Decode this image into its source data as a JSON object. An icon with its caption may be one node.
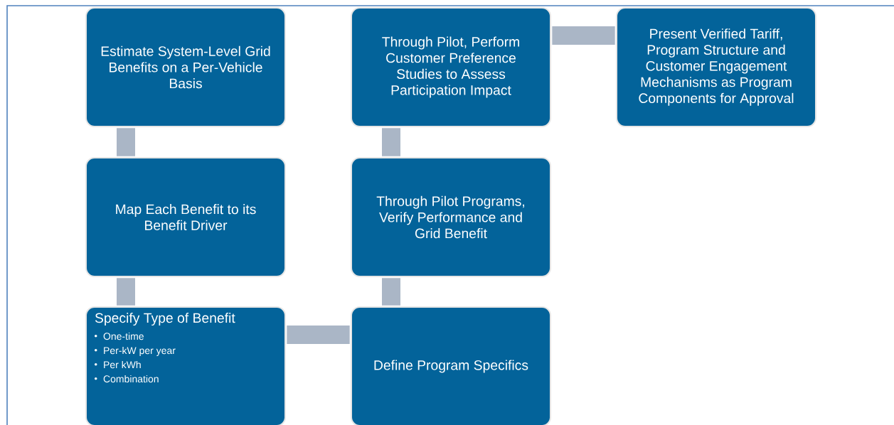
{
  "diagram": {
    "nodes": [
      {
        "text": [
          "Estimate System-Level Grid Benefits on a Per-Vehicle Basis"
        ]
      },
      {
        "text": [
          "Map Each Benefit to its Benefit Driver"
        ]
      },
      {
        "text": [
          "Specify Type of Benefit",
          "One-time",
          "Per-kW per year",
          "Per kWh",
          "Combination"
        ]
      },
      {
        "text": [
          "Define Program Specifics"
        ]
      },
      {
        "text": [
          "Through Pilot Programs, Verify Performance and Grid Benefit"
        ]
      },
      {
        "text": [
          "Through Pilot, Perform Customer Preference Studies to Assess Participation Impact"
        ]
      },
      {
        "text": [
          "Present Verified Tariff, Program Structure and Customer Engagement Mechanisms as Program Components for Approval"
        ]
      }
    ],
    "edges": [
      {
        "from": 0,
        "to": 1,
        "arrow": "none"
      },
      {
        "from": 1,
        "to": 2,
        "arrow": "none"
      },
      {
        "from": 2,
        "to": 3,
        "arrow": "none"
      },
      {
        "from": 3,
        "to": 4,
        "arrow": "none"
      },
      {
        "from": 4,
        "to": 5,
        "arrow": "none"
      },
      {
        "from": 5,
        "to": 6,
        "arrow": "none"
      }
    ]
  }
}
